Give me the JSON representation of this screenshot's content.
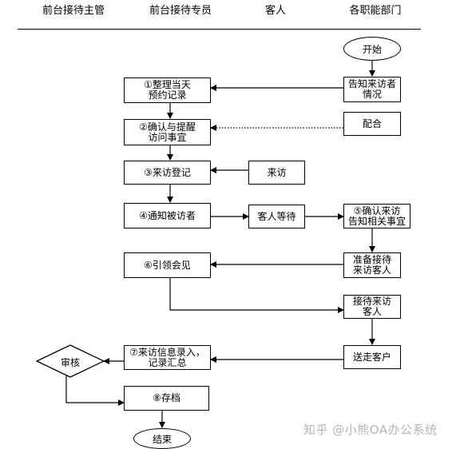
{
  "lanes": [
    "前台接待主管",
    "前台接待专员",
    "客人",
    "各职能部门"
  ],
  "nodes": {
    "start": "开始",
    "notify": "告知来访者\n情况",
    "sort": "①整理当天\n预约记录",
    "confirm": "②确认与提醒\n访问事宜",
    "cooperate": "配合",
    "register": "③来访登记",
    "visit": "来访",
    "notify_visitee": "④通知被访者",
    "guest_wait": "客人等待",
    "confirm_visit": "⑤确认来访\n告知相关事宜",
    "lead": "⑥引领会见",
    "prepare": "准备接待\n来访客人",
    "receive": "接待来访\n客人",
    "record": "⑦来访信息录入，\n记录汇总",
    "see_off": "送走客户",
    "audit": "审核",
    "archive": "⑧存档",
    "end": "结束"
  },
  "watermark": "知乎 @小熊OA办公系统"
}
